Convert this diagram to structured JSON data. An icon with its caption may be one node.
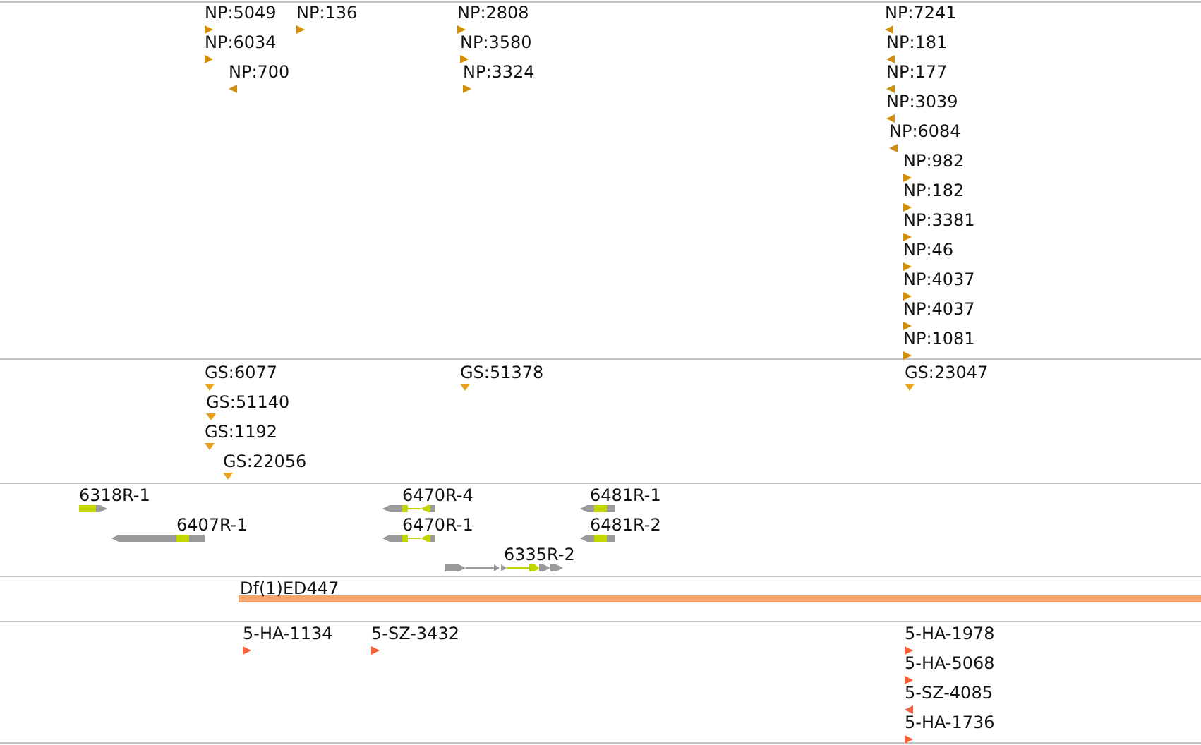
{
  "diagram": {
    "nodes": [
      {
        "text": [
          "NP:5049"
        ]
      },
      {
        "text": [
          "NP:136"
        ]
      },
      {
        "text": [
          "NP:6034"
        ]
      },
      {
        "text": [
          "NP:700"
        ]
      },
      {
        "text": [
          "NP:2808"
        ]
      },
      {
        "text": [
          "NP:3580"
        ]
      },
      {
        "text": [
          "NP:3324"
        ]
      },
      {
        "text": [
          "NP:7241"
        ]
      },
      {
        "text": [
          "NP:181"
        ]
      },
      {
        "text": [
          "NP:177"
        ]
      },
      {
        "text": [
          "NP:3039"
        ]
      },
      {
        "text": [
          "NP:6084"
        ]
      },
      {
        "text": [
          "NP:982"
        ]
      },
      {
        "text": [
          "NP:182"
        ]
      },
      {
        "text": [
          "NP:3381"
        ]
      },
      {
        "text": [
          "NP:46"
        ]
      },
      {
        "text": [
          "NP:4037"
        ]
      },
      {
        "text": [
          "NP:4037"
        ]
      },
      {
        "text": [
          "NP:1081"
        ]
      },
      {
        "text": [
          "GS:6077"
        ]
      },
      {
        "text": [
          "GS:51140"
        ]
      },
      {
        "text": [
          "GS:1192"
        ]
      },
      {
        "text": [
          "GS:22056"
        ]
      },
      {
        "text": [
          "GS:51378"
        ]
      },
      {
        "text": [
          "GS:23047"
        ]
      },
      {
        "text": [
          "6318R-1"
        ]
      },
      {
        "text": [
          "6407R-1"
        ]
      },
      {
        "text": [
          "6470R-4"
        ]
      },
      {
        "text": [
          "6470R-1"
        ]
      },
      {
        "text": [
          "6481R-1"
        ]
      },
      {
        "text": [
          "6481R-2"
        ]
      },
      {
        "text": [
          "6335R-2"
        ]
      },
      {
        "text": [
          "Df(1)ED447"
        ]
      },
      {
        "text": [
          "5-HA-1134"
        ]
      },
      {
        "text": [
          "5-SZ-3432"
        ]
      },
      {
        "text": [
          "5-HA-1978"
        ]
      },
      {
        "text": [
          "5-HA-5068"
        ]
      },
      {
        "text": [
          "5-SZ-4085"
        ]
      },
      {
        "text": [
          "5-HA-1736"
        ]
      }
    ]
  }
}
